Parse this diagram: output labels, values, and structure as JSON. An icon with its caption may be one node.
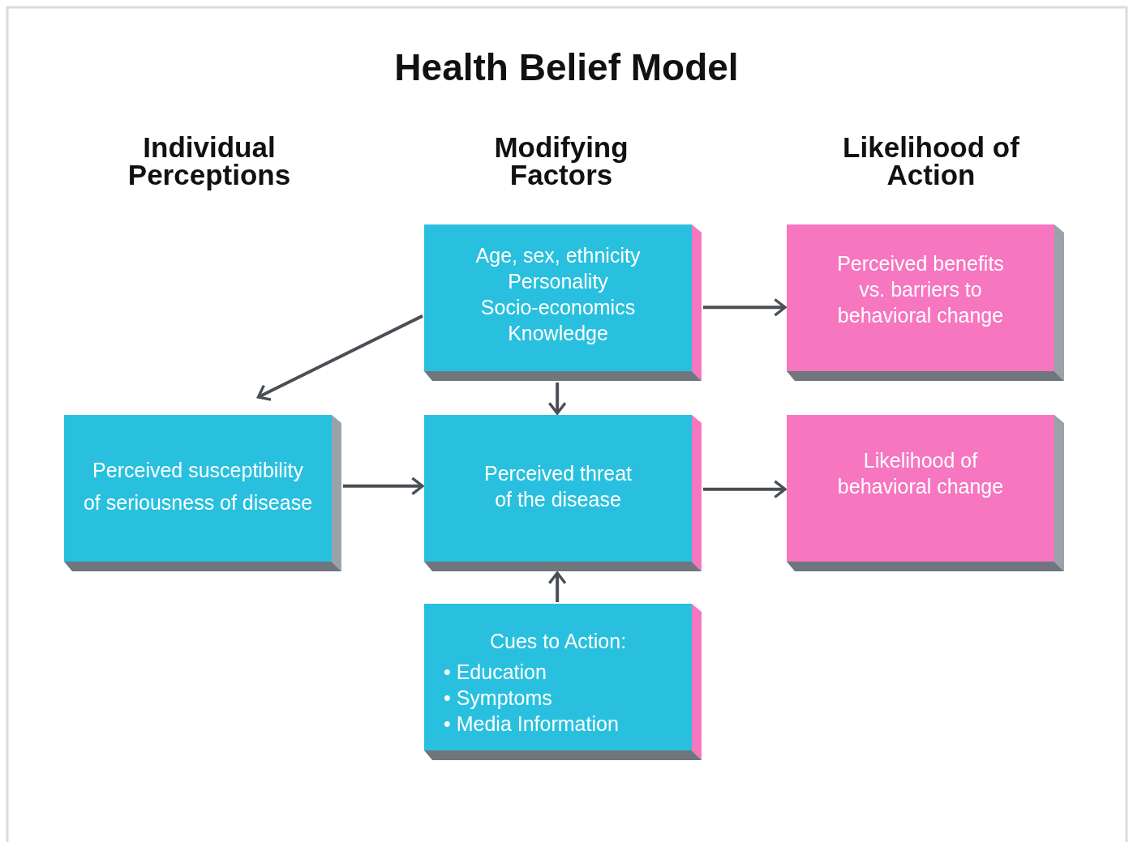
{
  "diagram": {
    "title": "Health Belief Model",
    "nodes": [
      {
        "text": [
          "Age, sex, ethnicity",
          "Personality",
          "Socio-economics",
          "Knowledge"
        ]
      },
      {
        "text": [
          "Perceived benefits vs. barriers to behavioral change"
        ]
      },
      {
        "text": [
          "Perceived susceptibility of seriousness of disease"
        ]
      },
      {
        "text": [
          "Perceived threat of the disease"
        ]
      },
      {
        "text": [
          "Likelihood of behavioral change"
        ]
      },
      {
        "text": [
          "Cues to Action:",
          "• Education",
          "• Symptoms",
          "• Media Information"
        ]
      }
    ],
    "edges": [
      {
        "from": 0,
        "to": 2,
        "arrow": "to"
      },
      {
        "from": 0,
        "to": 1,
        "arrow": "to"
      },
      {
        "from": 0,
        "to": 3,
        "arrow": "to"
      },
      {
        "from": 2,
        "to": 3,
        "arrow": "to"
      },
      {
        "from": 3,
        "to": 4,
        "arrow": "to"
      },
      {
        "from": 5,
        "to": 3,
        "arrow": "to"
      }
    ],
    "labels": [
      "Individual Perceptions",
      "Modifying Factors",
      "Likelihood of Action"
    ]
  }
}
